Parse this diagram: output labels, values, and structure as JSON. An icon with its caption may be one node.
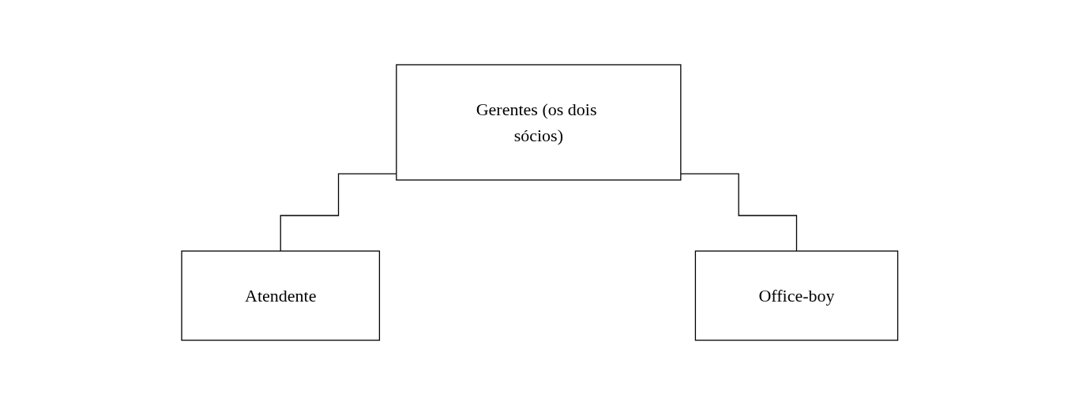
{
  "diagram": {
    "nodes": [
      {
        "text": [
          "Gerentes (os dois sócios)"
        ]
      },
      {
        "text": [
          "Atendente"
        ]
      },
      {
        "text": [
          "Office-boy"
        ]
      }
    ],
    "edges": [
      {
        "from": 0,
        "to": 1,
        "arrow": "none"
      },
      {
        "from": 0,
        "to": 2,
        "arrow": "none"
      }
    ]
  }
}
